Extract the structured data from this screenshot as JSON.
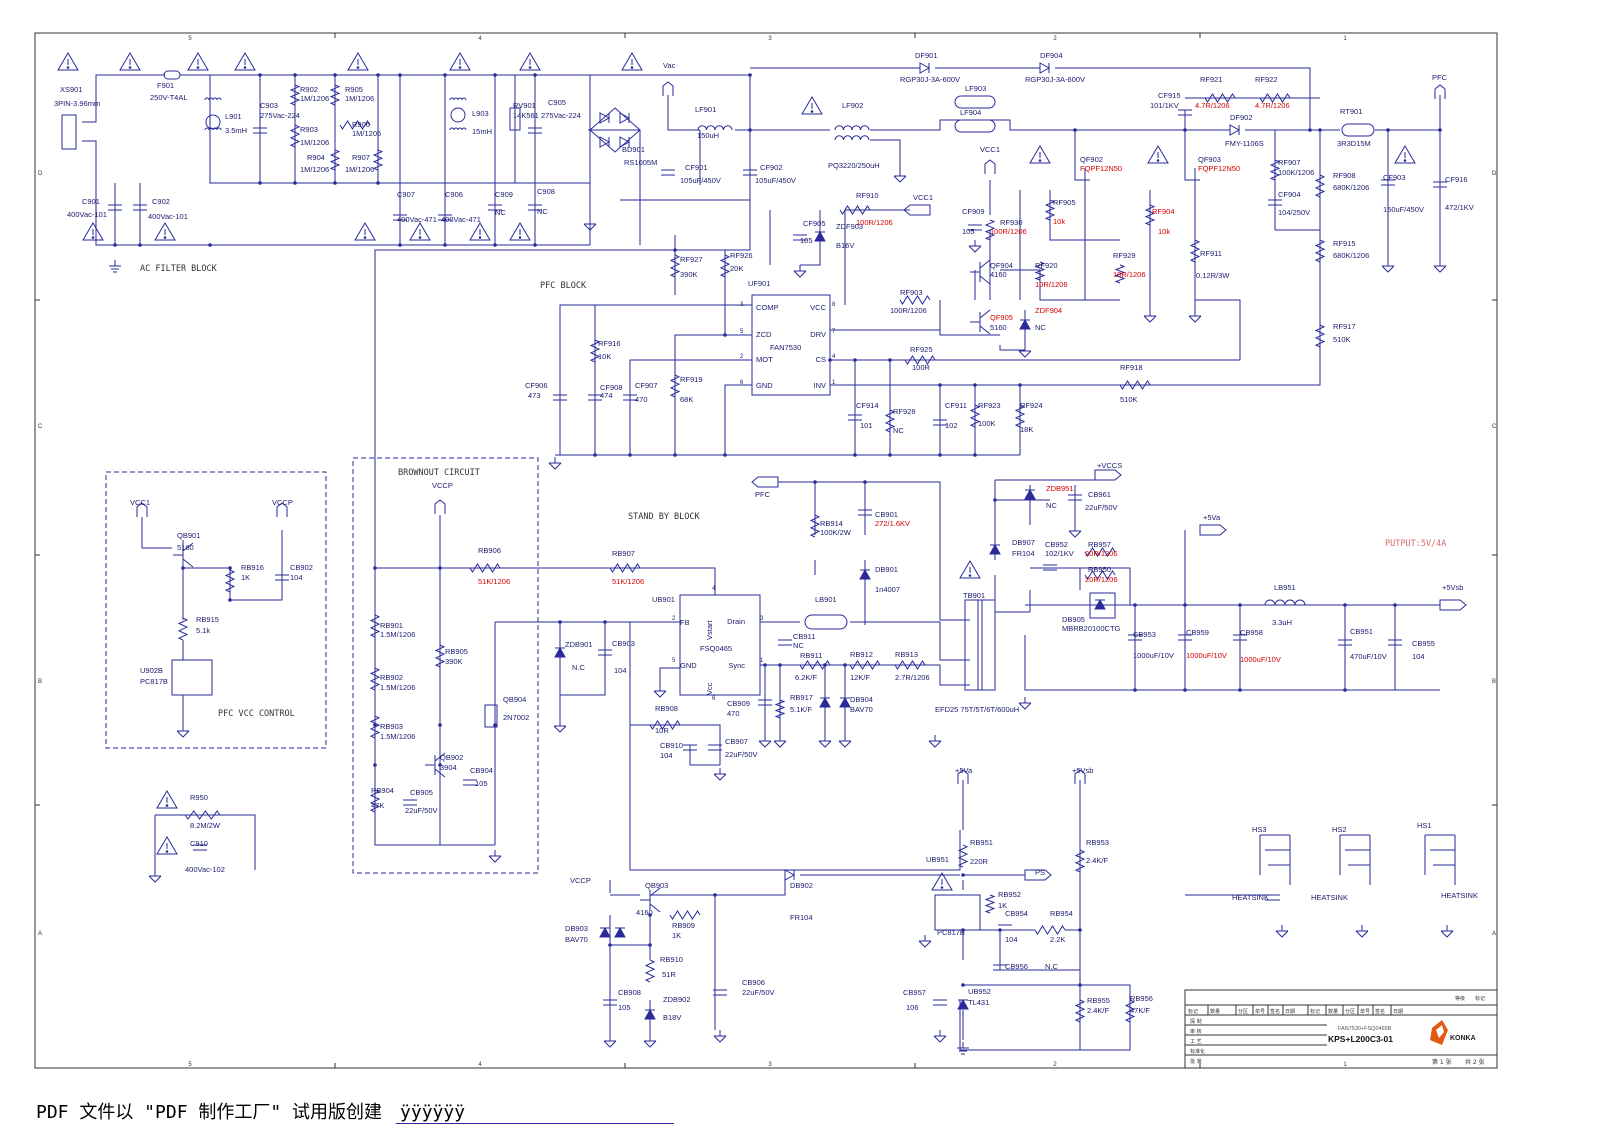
{
  "colors": {
    "wire": "#2a2a9a",
    "text": "#1a1a6e",
    "red": "#d40000",
    "frame": "#333333",
    "brand": "#e05a10"
  },
  "frame": {
    "cols": [
      "5",
      "4",
      "3",
      "2",
      "1"
    ],
    "rows": [
      "D",
      "C",
      "B",
      "A"
    ]
  },
  "blocks": {
    "ac_filter": "AC FILTER BLOCK",
    "pfc": "PFC BLOCK",
    "brownout": "BROWNOUT CIRCUIT",
    "standby": "STAND BY BLOCK",
    "pfc_vcc": "PFC VCC CONTROL",
    "output": "PUTPUT:5V/4A"
  },
  "labels": [
    {
      "id": "xs901",
      "t": "XS901"
    },
    {
      "id": "xs901v",
      "t": "3PIN-3.96mm"
    },
    {
      "id": "f901",
      "t": "F901"
    },
    {
      "id": "f901v",
      "t": "250V-T4AL"
    },
    {
      "id": "l901",
      "t": "L901"
    },
    {
      "id": "l901v",
      "t": "3.5mH"
    },
    {
      "id": "c903",
      "t": "C903"
    },
    {
      "id": "c903v",
      "t": "275Vac-224"
    },
    {
      "id": "r902",
      "t": "R902"
    },
    {
      "id": "r902v",
      "t": "1M/1206"
    },
    {
      "id": "r903",
      "t": "R903"
    },
    {
      "id": "r903v",
      "t": "1M/1206"
    },
    {
      "id": "r904",
      "t": "R904"
    },
    {
      "id": "r904v",
      "t": "1M/1206"
    },
    {
      "id": "r905",
      "t": "R905"
    },
    {
      "id": "r905v",
      "t": "1M/1206"
    },
    {
      "id": "r906",
      "t": "R906"
    },
    {
      "id": "r906v",
      "t": "1M/1206"
    },
    {
      "id": "r907",
      "t": "R907"
    },
    {
      "id": "r907v",
      "t": "1M/1206"
    },
    {
      "id": "l903",
      "t": "L903"
    },
    {
      "id": "l903v",
      "t": "15mH"
    },
    {
      "id": "rv901",
      "t": "RV901"
    },
    {
      "id": "rv901v",
      "t": "14K561"
    },
    {
      "id": "c905",
      "t": "C905"
    },
    {
      "id": "c905v",
      "t": "275Vac-224"
    },
    {
      "id": "bd901",
      "t": "BD901"
    },
    {
      "id": "bd901v",
      "t": "RS1005M"
    },
    {
      "id": "c901",
      "t": "C901"
    },
    {
      "id": "c901v",
      "t": "400Vac-101"
    },
    {
      "id": "c902",
      "t": "C902"
    },
    {
      "id": "c902v",
      "t": "400Vac-101"
    },
    {
      "id": "c907",
      "t": "C907"
    },
    {
      "id": "c907v",
      "t": "400Vac-471"
    },
    {
      "id": "c906",
      "t": "C906"
    },
    {
      "id": "c906v",
      "t": "400Vac-471"
    },
    {
      "id": "c909",
      "t": "C909"
    },
    {
      "id": "c909v",
      "t": "NC"
    },
    {
      "id": "c908",
      "t": "C908"
    },
    {
      "id": "c908v",
      "t": "NC"
    },
    {
      "id": "vac",
      "t": "Vac"
    },
    {
      "id": "lf901",
      "t": "LF901"
    },
    {
      "id": "lf901v",
      "t": "150uH"
    },
    {
      "id": "cf901",
      "t": "CF901"
    },
    {
      "id": "cf901v",
      "t": "105uF/450V"
    },
    {
      "id": "cf902",
      "t": "CF902"
    },
    {
      "id": "cf902v",
      "t": "105uF/450V"
    },
    {
      "id": "df901",
      "t": "DF901"
    },
    {
      "id": "df901v",
      "t": "RGP30J-3A-600V"
    },
    {
      "id": "df904",
      "t": "DF904"
    },
    {
      "id": "df904v",
      "t": "RGP30J-3A-600V"
    },
    {
      "id": "lf902",
      "t": "LF902"
    },
    {
      "id": "lf902v",
      "t": "PQ3220/250uH"
    },
    {
      "id": "lf903",
      "t": "LF903"
    },
    {
      "id": "lf904",
      "t": "LF904"
    },
    {
      "id": "cf915",
      "t": "CF915"
    },
    {
      "id": "cf915v",
      "t": "101/1KV"
    },
    {
      "id": "rf921",
      "t": "RF921"
    },
    {
      "id": "rf921v",
      "t": "4.7R/1206",
      "red": true
    },
    {
      "id": "rf922",
      "t": "RF922"
    },
    {
      "id": "rf922v",
      "t": "4.7R/1206",
      "red": true
    },
    {
      "id": "df902",
      "t": "DF902"
    },
    {
      "id": "df902v",
      "t": "FMY-1106S"
    },
    {
      "id": "rt901",
      "t": "RT901"
    },
    {
      "id": "rt901v",
      "t": "3R3D15M"
    },
    {
      "id": "pfc_out",
      "t": "PFC"
    },
    {
      "id": "qf902",
      "t": "QF902"
    },
    {
      "id": "qf902v",
      "t": "FQPF12N50",
      "red": true
    },
    {
      "id": "qf903",
      "t": "QF903"
    },
    {
      "id": "qf903v",
      "t": "FQPF12N50",
      "red": true
    },
    {
      "id": "rf907",
      "t": "RF907"
    },
    {
      "id": "rf907v",
      "t": "100K/1206"
    },
    {
      "id": "cf904",
      "t": "CF904"
    },
    {
      "id": "cf904v",
      "t": "104/250V"
    },
    {
      "id": "rf908",
      "t": "RF908"
    },
    {
      "id": "rf908v",
      "t": "680K/1206"
    },
    {
      "id": "cf903",
      "t": "CF903"
    },
    {
      "id": "cf903v",
      "t": "150uF/450V"
    },
    {
      "id": "cf916",
      "t": "CF916"
    },
    {
      "id": "cf916v",
      "t": "472/1KV"
    },
    {
      "id": "rf915",
      "t": "RF915"
    },
    {
      "id": "rf915v",
      "t": "680K/1206"
    },
    {
      "id": "rf917",
      "t": "RF917"
    },
    {
      "id": "rf917v",
      "t": "510K"
    },
    {
      "id": "vcc1a",
      "t": "VCC1"
    },
    {
      "id": "vcc1b",
      "t": "VCC1"
    },
    {
      "id": "rf910",
      "t": "RF910"
    },
    {
      "id": "rf910v",
      "t": "100R/1206",
      "red": true
    },
    {
      "id": "cf905",
      "t": "CF905"
    },
    {
      "id": "cf905v",
      "t": "105"
    },
    {
      "id": "zdf903",
      "t": "ZDF903"
    },
    {
      "id": "zdf903v",
      "t": "B16V"
    },
    {
      "id": "rf905",
      "t": "RF905"
    },
    {
      "id": "rf905v",
      "t": "10k",
      "red": true
    },
    {
      "id": "rf904",
      "t": "RF904",
      "red": true
    },
    {
      "id": "rf904v",
      "t": "10k",
      "red": true
    },
    {
      "id": "cf909",
      "t": "CF909"
    },
    {
      "id": "cf909v",
      "t": "105"
    },
    {
      "id": "rf930",
      "t": "RF930"
    },
    {
      "id": "rf930v",
      "t": "100R/1206",
      "red": true
    },
    {
      "id": "rf911",
      "t": "RF911"
    },
    {
      "id": "rf911v",
      "t": "0.12R/3W"
    },
    {
      "id": "rf927",
      "t": "RF927"
    },
    {
      "id": "rf927v",
      "t": "390K"
    },
    {
      "id": "rf926",
      "t": "RF926"
    },
    {
      "id": "rf926v",
      "t": "20K"
    },
    {
      "id": "uf901",
      "t": "UF901"
    },
    {
      "id": "qf904",
      "t": "QF904"
    },
    {
      "id": "qf904v",
      "t": "4160"
    },
    {
      "id": "rf920",
      "t": "RF920"
    },
    {
      "id": "rf920v",
      "t": "10R/1206",
      "red": true
    },
    {
      "id": "rf929",
      "t": "RF929"
    },
    {
      "id": "rf929v",
      "t": "10R/1206",
      "red": true
    },
    {
      "id": "rf903",
      "t": "RF903"
    },
    {
      "id": "rf903v",
      "t": "100R/1206"
    },
    {
      "id": "qf905",
      "t": "QF905",
      "red": true
    },
    {
      "id": "qf905v",
      "t": "5160"
    },
    {
      "id": "zdf904",
      "t": "ZDF904",
      "red": true
    },
    {
      "id": "zdf904v",
      "t": "NC"
    },
    {
      "id": "rf916",
      "t": "RF916"
    },
    {
      "id": "rf916v",
      "t": "10K"
    },
    {
      "id": "rf925",
      "t": "RF925"
    },
    {
      "id": "rf925v",
      "t": "100R"
    },
    {
      "id": "cf906",
      "t": "CF906"
    },
    {
      "id": "cf906v",
      "t": "473"
    },
    {
      "id": "cf908",
      "t": "CF908"
    },
    {
      "id": "cf908v",
      "t": "474"
    },
    {
      "id": "cf907",
      "t": "CF907"
    },
    {
      "id": "cf907v",
      "t": "470"
    },
    {
      "id": "rf919",
      "t": "RF919"
    },
    {
      "id": "rf919v",
      "t": "68K"
    },
    {
      "id": "rf918",
      "t": "RF918"
    },
    {
      "id": "rf918v",
      "t": "510K"
    },
    {
      "id": "cf914",
      "t": "CF914"
    },
    {
      "id": "cf914v",
      "t": "101"
    },
    {
      "id": "rf928",
      "t": "RF928"
    },
    {
      "id": "rf928v",
      "t": "NC"
    },
    {
      "id": "cf911",
      "t": "CF911"
    },
    {
      "id": "cf911v",
      "t": "102"
    },
    {
      "id": "rf923",
      "t": "RF923"
    },
    {
      "id": "rf923v",
      "t": "100K"
    },
    {
      "id": "rf924",
      "t": "RF924"
    },
    {
      "id": "rf924v",
      "t": "18K"
    },
    {
      "id": "vcc1c",
      "t": "VCC1"
    },
    {
      "id": "vccp_a",
      "t": "VCCP"
    },
    {
      "id": "qb901",
      "t": "QB901"
    },
    {
      "id": "qb901v",
      "t": "5160"
    },
    {
      "id": "rb916",
      "t": "RB916"
    },
    {
      "id": "rb916v",
      "t": "1K"
    },
    {
      "id": "cb902",
      "t": "CB902"
    },
    {
      "id": "cb902v",
      "t": "104"
    },
    {
      "id": "rb915",
      "t": "RB915"
    },
    {
      "id": "rb915v",
      "t": "5.1k"
    },
    {
      "id": "u902b",
      "t": "U902B"
    },
    {
      "id": "u902bv",
      "t": "PC817B"
    },
    {
      "id": "r950",
      "t": "R950"
    },
    {
      "id": "r950v",
      "t": "8.2M/2W"
    },
    {
      "id": "c910",
      "t": "C910"
    },
    {
      "id": "c910v",
      "t": "400Vac-102"
    },
    {
      "id": "vccp_b",
      "t": "VCCP"
    },
    {
      "id": "rb906",
      "t": "RB906"
    },
    {
      "id": "rb906v",
      "t": "51K/1206",
      "red": true
    },
    {
      "id": "rb907",
      "t": "RB907"
    },
    {
      "id": "rb907v",
      "t": "51K/1206",
      "red": true
    },
    {
      "id": "rb901",
      "t": "RB901"
    },
    {
      "id": "rb901v",
      "t": "1.5M/1206"
    },
    {
      "id": "rb902",
      "t": "RB902"
    },
    {
      "id": "rb902v",
      "t": "1.5M/1206"
    },
    {
      "id": "rb903",
      "t": "RB903"
    },
    {
      "id": "rb903v",
      "t": "1.5M/1206"
    },
    {
      "id": "rb905",
      "t": "RB905"
    },
    {
      "id": "rb905v",
      "t": "390K"
    },
    {
      "id": "qb904",
      "t": "QB904"
    },
    {
      "id": "qb904v",
      "t": "2N7002"
    },
    {
      "id": "qb902",
      "t": "QB902"
    },
    {
      "id": "qb902v",
      "t": "3904"
    },
    {
      "id": "rb904",
      "t": "RB904"
    },
    {
      "id": "rb904v",
      "t": "47K"
    },
    {
      "id": "cb905",
      "t": "CB905"
    },
    {
      "id": "cb905v",
      "t": "22uF/50V"
    },
    {
      "id": "cb904",
      "t": "CB904"
    },
    {
      "id": "cb904v",
      "t": "105"
    },
    {
      "id": "pfc_in",
      "t": "PFC"
    },
    {
      "id": "rb914",
      "t": "RB914"
    },
    {
      "id": "rb914v",
      "t": "100K/2W"
    },
    {
      "id": "cb901",
      "t": "CB901"
    },
    {
      "id": "cb901v",
      "t": "272/1.6KV",
      "red": true
    },
    {
      "id": "db901",
      "t": "DB901"
    },
    {
      "id": "db901v",
      "t": "1n4007"
    },
    {
      "id": "ub901",
      "t": "UB901"
    },
    {
      "id": "lb901",
      "t": "LB901"
    },
    {
      "id": "zdb901",
      "t": "ZDB901"
    },
    {
      "id": "zdb901v",
      "t": "N.C"
    },
    {
      "id": "cb903",
      "t": "CB903"
    },
    {
      "id": "cb903v",
      "t": "104"
    },
    {
      "id": "cb911",
      "t": "CB911"
    },
    {
      "id": "cb911v",
      "t": "NC"
    },
    {
      "id": "rb911",
      "t": "RB911"
    },
    {
      "id": "rb911v",
      "t": "6.2K/F"
    },
    {
      "id": "rb912",
      "t": "RB912"
    },
    {
      "id": "rb912v",
      "t": "12K/F"
    },
    {
      "id": "rb913",
      "t": "RB913"
    },
    {
      "id": "rb913v",
      "t": "2.7R/1206"
    },
    {
      "id": "rb917",
      "t": "RB917"
    },
    {
      "id": "rb917v",
      "t": "5.1K/F"
    },
    {
      "id": "db904",
      "t": "DB904"
    },
    {
      "id": "db904v",
      "t": "BAV70"
    },
    {
      "id": "cb909",
      "t": "CB909"
    },
    {
      "id": "cb909v",
      "t": "470"
    },
    {
      "id": "rb908",
      "t": "RB908"
    },
    {
      "id": "rb908v",
      "t": "10R"
    },
    {
      "id": "cb910",
      "t": "CB910"
    },
    {
      "id": "cb910v",
      "t": "104"
    },
    {
      "id": "cb907",
      "t": "CB907"
    },
    {
      "id": "cb907v",
      "t": "22uF/50V"
    },
    {
      "id": "tb901",
      "t": "TB901"
    },
    {
      "id": "tb901v",
      "t": "EFD25 75T/5T/6T/600uH"
    },
    {
      "id": "vccs",
      "t": "+VCCS"
    },
    {
      "id": "zdb951",
      "t": "ZDB951",
      "red": true
    },
    {
      "id": "zdb951v",
      "t": "NC"
    },
    {
      "id": "cb961",
      "t": "CB961"
    },
    {
      "id": "cb961v",
      "t": "22uF/50V"
    },
    {
      "id": "db907",
      "t": "DB907"
    },
    {
      "id": "db907v",
      "t": "FR104"
    },
    {
      "id": "cb952",
      "t": "CB952"
    },
    {
      "id": "cb952v",
      "t": "102/1KV"
    },
    {
      "id": "rb957",
      "t": "RB957"
    },
    {
      "id": "rb957v",
      "t": "20R/1206",
      "red": true
    },
    {
      "id": "rb950",
      "t": "RB950"
    },
    {
      "id": "rb950v",
      "t": "20R/1206",
      "red": true
    },
    {
      "id": "db905",
      "t": "DB905"
    },
    {
      "id": "db905v",
      "t": "MBRB20100CTG"
    },
    {
      "id": "p5va",
      "t": "+5Va"
    },
    {
      "id": "lb951",
      "t": "LB951"
    },
    {
      "id": "lb951v",
      "t": "3.3uH"
    },
    {
      "id": "p5vsb",
      "t": "+5Vsb"
    },
    {
      "id": "cb953",
      "t": "CB953"
    },
    {
      "id": "cb953v",
      "t": "1000uF/10V"
    },
    {
      "id": "cb959",
      "t": "CB959"
    },
    {
      "id": "cb959v",
      "t": "1000uF/10V",
      "red": true
    },
    {
      "id": "cb958",
      "t": "CB958"
    },
    {
      "id": "cb958v",
      "t": "1000uF/10V",
      "red": true
    },
    {
      "id": "cb951",
      "t": "CB951"
    },
    {
      "id": "cb951v",
      "t": "470uF/10V"
    },
    {
      "id": "cb955",
      "t": "CB955"
    },
    {
      "id": "cb955v",
      "t": "104"
    },
    {
      "id": "p5va2",
      "t": "+5Va"
    },
    {
      "id": "p5vsb2",
      "t": "+5Vsb"
    },
    {
      "id": "rb951",
      "t": "RB951"
    },
    {
      "id": "rb951v",
      "t": "220R"
    },
    {
      "id": "rb953",
      "t": "RB953"
    },
    {
      "id": "rb953v",
      "t": "2.4K/F"
    },
    {
      "id": "ub951",
      "t": "UB951"
    },
    {
      "id": "ub951v",
      "t": "PC817B"
    },
    {
      "id": "ps",
      "t": "PS"
    },
    {
      "id": "rb952",
      "t": "RB952"
    },
    {
      "id": "rb952v",
      "t": "1K"
    },
    {
      "id": "cb954",
      "t": "CB954"
    },
    {
      "id": "cb954v",
      "t": "104"
    },
    {
      "id": "rb954",
      "t": "RB954"
    },
    {
      "id": "rb954v",
      "t": "2.2K"
    },
    {
      "id": "cb956",
      "t": "CB956"
    },
    {
      "id": "cb956v",
      "t": "N.C"
    },
    {
      "id": "cb957",
      "t": "CB957"
    },
    {
      "id": "cb957v",
      "t": "106"
    },
    {
      "id": "ub952",
      "t": "UB952"
    },
    {
      "id": "ub952v",
      "t": "TL431"
    },
    {
      "id": "rb955",
      "t": "RB955"
    },
    {
      "id": "rb955v",
      "t": "2.4K/F"
    },
    {
      "id": "rb956",
      "t": "RB956"
    },
    {
      "id": "rb956v",
      "t": "47K/F"
    },
    {
      "id": "vccp_c",
      "t": "VCCP"
    },
    {
      "id": "qb903",
      "t": "QB903"
    },
    {
      "id": "qb903v",
      "t": "4160"
    },
    {
      "id": "db902",
      "t": "DB902"
    },
    {
      "id": "db902v",
      "t": "FR104"
    },
    {
      "id": "db903",
      "t": "DB903"
    },
    {
      "id": "db903v",
      "t": "BAV70"
    },
    {
      "id": "rb909",
      "t": "RB909"
    },
    {
      "id": "rb909v",
      "t": "1K"
    },
    {
      "id": "rb910",
      "t": "RB910"
    },
    {
      "id": "rb910v",
      "t": "51R"
    },
    {
      "id": "cb906",
      "t": "CB906"
    },
    {
      "id": "cb906v",
      "t": "22uF/50V"
    },
    {
      "id": "cb908",
      "t": "CB908"
    },
    {
      "id": "cb908v",
      "t": "105"
    },
    {
      "id": "zdb902",
      "t": "ZDB902"
    },
    {
      "id": "zdb902v",
      "t": "B18V"
    },
    {
      "id": "hs3",
      "t": "HS3"
    },
    {
      "id": "hs2",
      "t": "HS2"
    },
    {
      "id": "hs1",
      "t": "HS1"
    },
    {
      "id": "hsk3",
      "t": "HEATSINK"
    },
    {
      "id": "hsk2",
      "t": "HEATSINK"
    },
    {
      "id": "hsk1",
      "t": "HEATSINK"
    }
  ],
  "ic": {
    "uf901": {
      "name": "FAN7530",
      "pins_left": [
        "COMP",
        "ZCD",
        "MOT",
        "GND"
      ],
      "pins_right": [
        "VCC",
        "DRV",
        "CS",
        "INV"
      ],
      "nums_left": [
        "3",
        "5",
        "2",
        "6"
      ],
      "nums_right": [
        "8",
        "7",
        "4",
        "1"
      ]
    },
    "ub901": {
      "name": "FSQ0465",
      "pins": [
        "FB",
        "Drain",
        "GND",
        "Sync",
        "Vstart",
        "Vcc"
      ],
      "nums": [
        "3",
        "1",
        "2",
        "5",
        "4",
        "6"
      ]
    }
  },
  "titleblock": {
    "grade": "等级",
    "mark": "标记",
    "head": [
      "标记",
      "数量",
      "分区",
      "单号",
      "签名",
      "日期",
      "标记",
      "数量",
      "分区",
      "单号",
      "签名",
      "日期"
    ],
    "roles": [
      "探  制",
      "审  核",
      "工  艺",
      "标准化",
      "批  准"
    ],
    "model": "FAN7530+FSQ0465B",
    "drawing": "KPS+L200C3-01",
    "sheet": "第 1 张",
    "total": "共 2 张",
    "brand": "KONKA"
  },
  "footer": {
    "text": "PDF 文件以 \"PDF 制作工厂\" 试用版创建",
    "tail": "ÿÿÿÿÿÿ"
  }
}
